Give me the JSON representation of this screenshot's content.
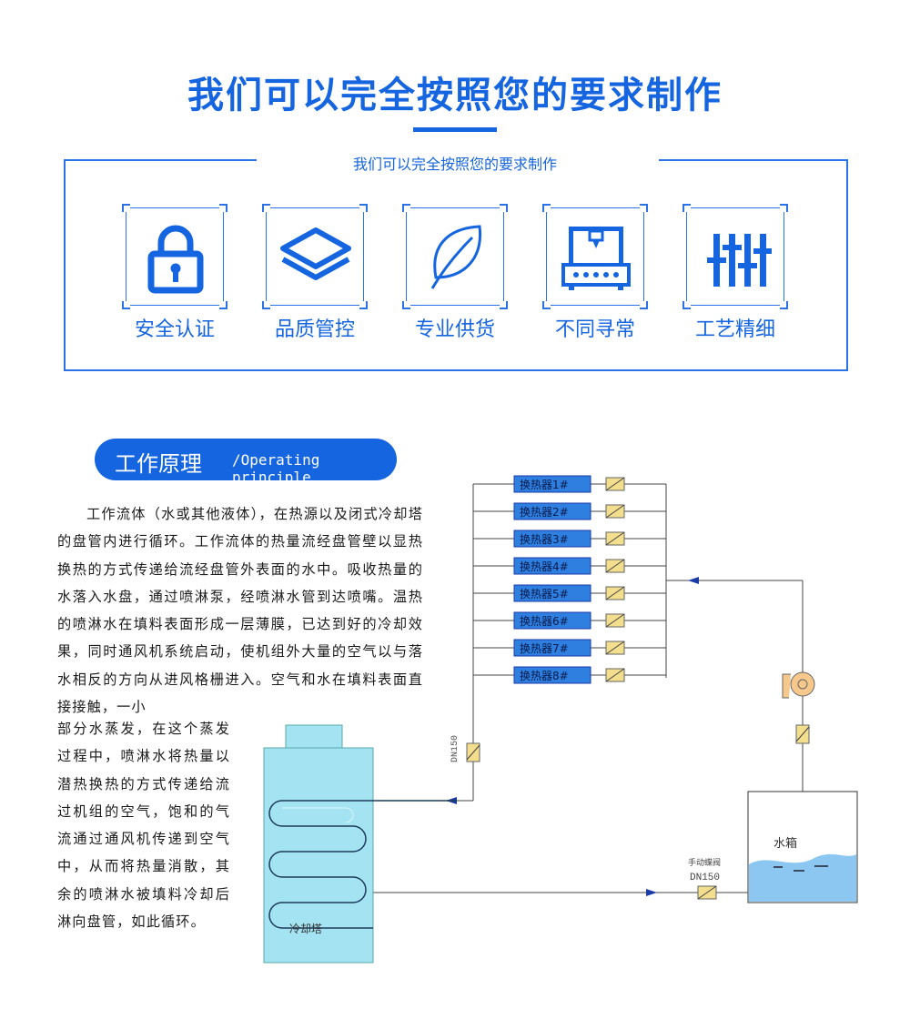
{
  "header": {
    "title": "我们可以完全按照您的要求制作",
    "frame_title": "我们可以完全按照您的要求制作"
  },
  "features": [
    {
      "label": "安全认证",
      "icon": "lock-icon"
    },
    {
      "label": "品质管控",
      "icon": "layers-icon"
    },
    {
      "label": "专业供货",
      "icon": "leaf-icon"
    },
    {
      "label": "不同寻常",
      "icon": "machine-icon"
    },
    {
      "label": "工艺精细",
      "icon": "sliders-icon"
    }
  ],
  "section": {
    "title_cn": "工作原理",
    "title_en": "/Operating principle"
  },
  "description": {
    "para1": "工作流体（水或其他液体），在热源以及闭式冷却塔的盘管内进行循环。工作流体的热量流经盘管壁以显热换热的方式传递给流经盘管外表面的水中。吸收热量的水落入水盘，通过喷淋泵，经喷淋水管到达喷嘴。温热的喷淋水在填料表面形成一层薄膜，已达到好的冷却效果，同时通风机系统启动，使机组外大量的空气以与落水相反的方向从进风格栅进入。空气和水在填料表面直接接触，一小",
    "para2": "部分水蒸发，在这个蒸发过程中，喷淋水将热量以潜热换热的方式传递给流过机组的空气，饱和的气流通过通风机传递到空气中，从而将热量消散，其余的喷淋水被填料冷却后淋向盘管，如此循环。"
  },
  "diagram": {
    "exchangers": [
      "换热器1#",
      "换热器2#",
      "换热器3#",
      "换热器4#",
      "换热器5#",
      "换热器6#",
      "换热器7#",
      "换热器8#"
    ],
    "pipe_label_vertical": "DN150",
    "valve_label": "手动蝶阀",
    "valve_size": "DN150",
    "tank_label": "水箱",
    "tower_label": "冷却塔"
  },
  "colors": {
    "accent": "#1565e0",
    "exchanger_fill": "#2e7fe0",
    "valve_fill": "#f2de8c",
    "tower_fill": "#a4e3f2",
    "water_fill": "#8cc7f2",
    "pump_fill": "#f6c88c"
  }
}
